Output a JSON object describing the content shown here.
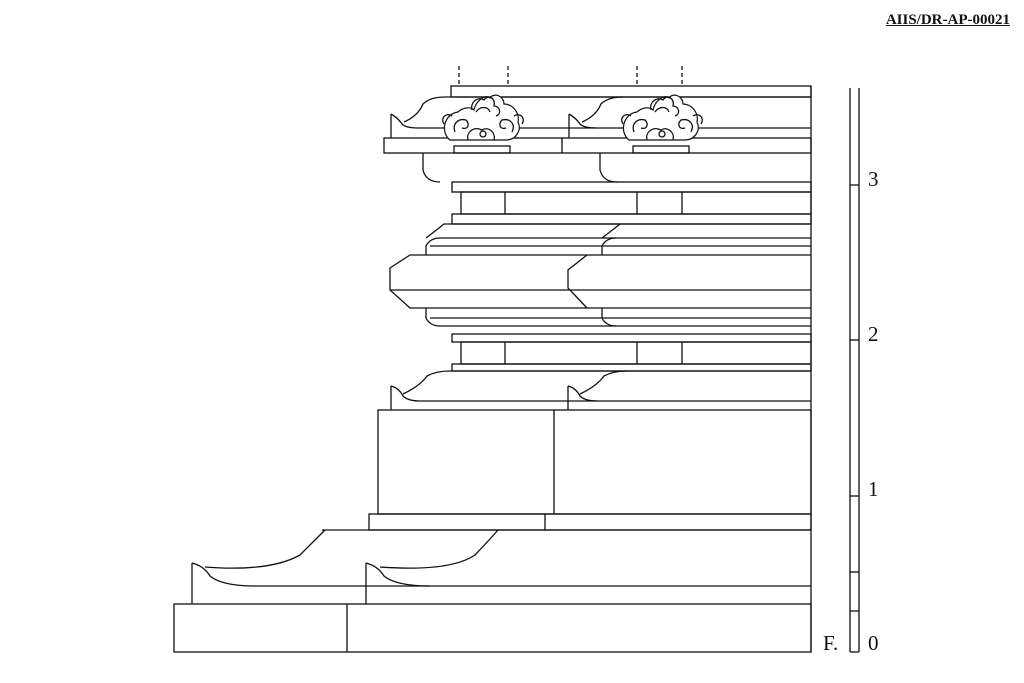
{
  "document": {
    "id_label": "AIIS/DR-AP-00021"
  },
  "scale": {
    "tick_labels": [
      "0",
      "1",
      "2",
      "3"
    ],
    "floor_label": "F."
  }
}
